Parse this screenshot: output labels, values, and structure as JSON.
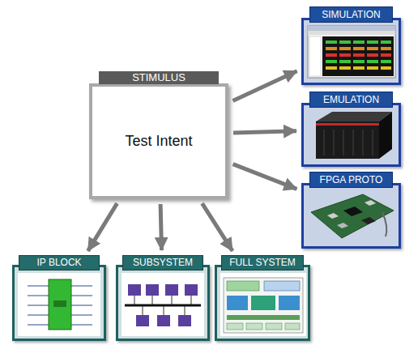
{
  "diagram": {
    "nodes": [
      {
        "text": [
          "STIMULUS",
          "Test Intent"
        ]
      },
      {
        "text": [
          "SIMULATION"
        ]
      },
      {
        "text": [
          "EMULATION"
        ]
      },
      {
        "text": [
          "FPGA PROTO"
        ]
      },
      {
        "text": [
          "IP BLOCK"
        ]
      },
      {
        "text": [
          "SUBSYSTEM"
        ]
      },
      {
        "text": [
          "FULL SYSTEM"
        ]
      }
    ],
    "edges": [
      {
        "from": 0,
        "to": 1,
        "arrow": "to"
      },
      {
        "from": 0,
        "to": 2,
        "arrow": "to"
      },
      {
        "from": 0,
        "to": 3,
        "arrow": "to"
      },
      {
        "from": 0,
        "to": 4,
        "arrow": "to"
      },
      {
        "from": 0,
        "to": 5,
        "arrow": "to"
      },
      {
        "from": 0,
        "to": 6,
        "arrow": "to"
      }
    ]
  }
}
